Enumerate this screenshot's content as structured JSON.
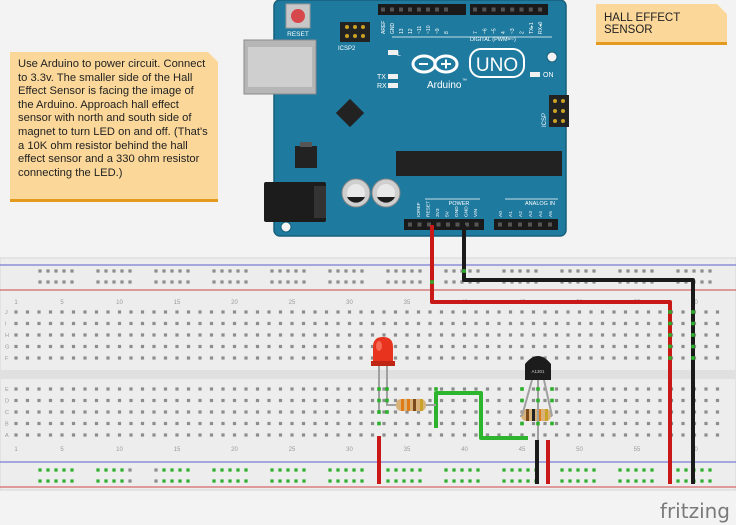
{
  "title_note": {
    "text": "HALL EFFECT SENSOR"
  },
  "instruction_note": {
    "text": "Use Arduino to power circuit. Connect to 3.3v.  The smaller side of the Hall Effect Sensor is facing the image of the Arduino. Approach hall effect sensor with north and south side of magnet to turn LED on and off. (That's a 10K ohm resistor behind the hall effect sensor and a 330 ohm resistor connecting the LED.)"
  },
  "arduino": {
    "reset_label": "RESET",
    "icsp2_label": "ICSP2",
    "icsp_label": "ICSP",
    "led_l": "L",
    "led_tx": "TX",
    "led_rx": "RX",
    "led_on": "ON",
    "logo_text": "UNO",
    "brand_text": "Arduino",
    "tm_mark": "™",
    "digital_label": "DIGITAL (PWM=~)",
    "digital_pins": [
      "AREF",
      "GND",
      "13",
      "12",
      "~11",
      "~10",
      "~9",
      "8",
      "7",
      "~6",
      "~5",
      "4",
      "~3",
      "2",
      "TX▸1",
      "RX◂0"
    ],
    "power_label": "POWER",
    "power_pins": [
      "IOREF",
      "RESET",
      "3V3",
      "5V",
      "GND",
      "GND",
      "VIN"
    ],
    "analog_label": "ANALOG IN",
    "analog_pins": [
      "A0",
      "A1",
      "A2",
      "A3",
      "A4",
      "A5"
    ]
  },
  "breadboard": {
    "column_numbers": [
      "1",
      "5",
      "10",
      "15",
      "20",
      "25",
      "30",
      "35",
      "40",
      "45",
      "50",
      "55",
      "60"
    ],
    "row_letters_top": [
      "J",
      "I",
      "H",
      "G",
      "F"
    ],
    "row_letters_bottom": [
      "E",
      "D",
      "C",
      "B",
      "A"
    ]
  },
  "sensor_label": "A1301",
  "watermark": "fritzing",
  "colors": {
    "board": "#1e7a9e",
    "wire_red": "#c81818",
    "wire_black": "#1a1a1a",
    "wire_green": "#2db52d",
    "note_bg": "#fbd89a",
    "note_border": "#e39a1f",
    "led": "#e8341f"
  }
}
